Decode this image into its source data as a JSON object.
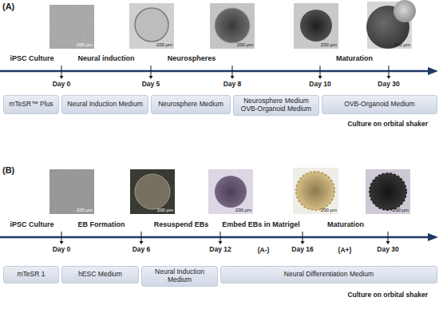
{
  "diagram": {
    "nodes": [
      {
        "text": [
          "mTeSR™ Plus"
        ]
      },
      {
        "text": [
          "Neural Induction Medium"
        ]
      },
      {
        "text": [
          "Neurosphere Medium"
        ]
      },
      {
        "text": [
          "Neurosphere Medium OVB-Organoid Medium"
        ]
      },
      {
        "text": [
          "OVB-Organoid Medium"
        ]
      },
      {
        "text": [
          "mTeSR 1"
        ]
      },
      {
        "text": [
          "hESC Medium"
        ]
      },
      {
        "text": [
          "Neural Induction Medium"
        ]
      },
      {
        "text": [
          "Neural Differentiation Medium"
        ]
      }
    ],
    "labels": [
      "(A)",
      "iPSC Culture",
      "Neural induction",
      "Neurospheres",
      "Maturation",
      "200 μm",
      "200 μm",
      "200 μm",
      "200 μm",
      "200 μm",
      "Day 0",
      "Day 5",
      "Day 8",
      "Day 10",
      "Day 30",
      "Culture on orbital shaker",
      "(B)",
      "iPSC Culture",
      "EB Formation",
      "Resuspend EBs",
      "Embed EBs in Matrigel",
      "Maturation",
      "200 μm",
      "200 μm",
      "200 μm",
      "200 μm",
      "200 μm",
      "Day 0",
      "Day 6",
      "Day 12",
      "Day 16",
      "Day 30",
      "(A-)",
      "(A+)",
      "Culture on orbital shaker"
    ]
  }
}
